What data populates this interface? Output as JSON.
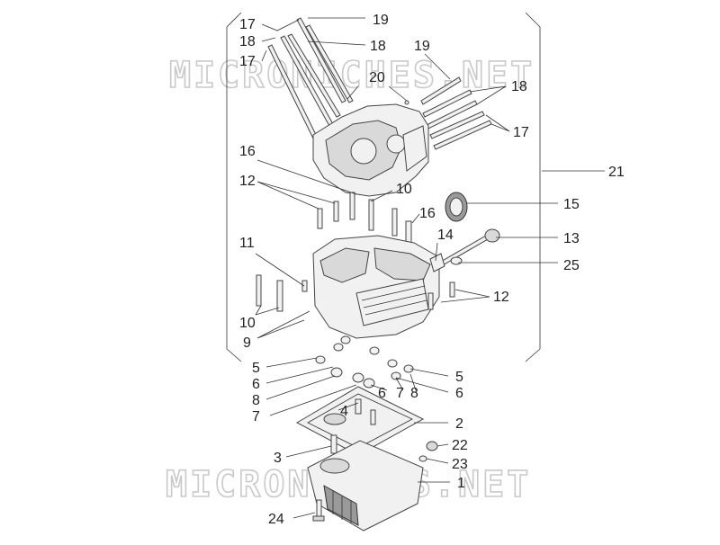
{
  "watermark": "MICRONICHES.NET",
  "callouts": [
    {
      "id": "c19a",
      "text": "19"
    },
    {
      "id": "c17a",
      "text": "17"
    },
    {
      "id": "c18a",
      "text": "18"
    },
    {
      "id": "c18b",
      "text": "18"
    },
    {
      "id": "c17b",
      "text": "17"
    },
    {
      "id": "c19b",
      "text": "19"
    },
    {
      "id": "c20",
      "text": "20"
    },
    {
      "id": "c18c",
      "text": "18"
    },
    {
      "id": "c17c",
      "text": "17"
    },
    {
      "id": "c21",
      "text": "21"
    },
    {
      "id": "c16a",
      "text": "16"
    },
    {
      "id": "c12a",
      "text": "12"
    },
    {
      "id": "c10a",
      "text": "10"
    },
    {
      "id": "c15",
      "text": "15"
    },
    {
      "id": "c16b",
      "text": "16"
    },
    {
      "id": "c13",
      "text": "13"
    },
    {
      "id": "c11",
      "text": "11"
    },
    {
      "id": "c14",
      "text": "14"
    },
    {
      "id": "c25",
      "text": "25"
    },
    {
      "id": "c12b",
      "text": "12"
    },
    {
      "id": "c10b",
      "text": "10"
    },
    {
      "id": "c9",
      "text": "9"
    },
    {
      "id": "c5a",
      "text": "5"
    },
    {
      "id": "c5b",
      "text": "5"
    },
    {
      "id": "c6a",
      "text": "6"
    },
    {
      "id": "c6b",
      "text": "6"
    },
    {
      "id": "c7a",
      "text": "7"
    },
    {
      "id": "c8a",
      "text": "8"
    },
    {
      "id": "c8b",
      "text": "8"
    },
    {
      "id": "c6c",
      "text": "6"
    },
    {
      "id": "c7b",
      "text": "7"
    },
    {
      "id": "c4",
      "text": "4"
    },
    {
      "id": "c2",
      "text": "2"
    },
    {
      "id": "c22",
      "text": "22"
    },
    {
      "id": "c3",
      "text": "3"
    },
    {
      "id": "c23",
      "text": "23"
    },
    {
      "id": "c1",
      "text": "1"
    },
    {
      "id": "c24",
      "text": "24"
    }
  ]
}
